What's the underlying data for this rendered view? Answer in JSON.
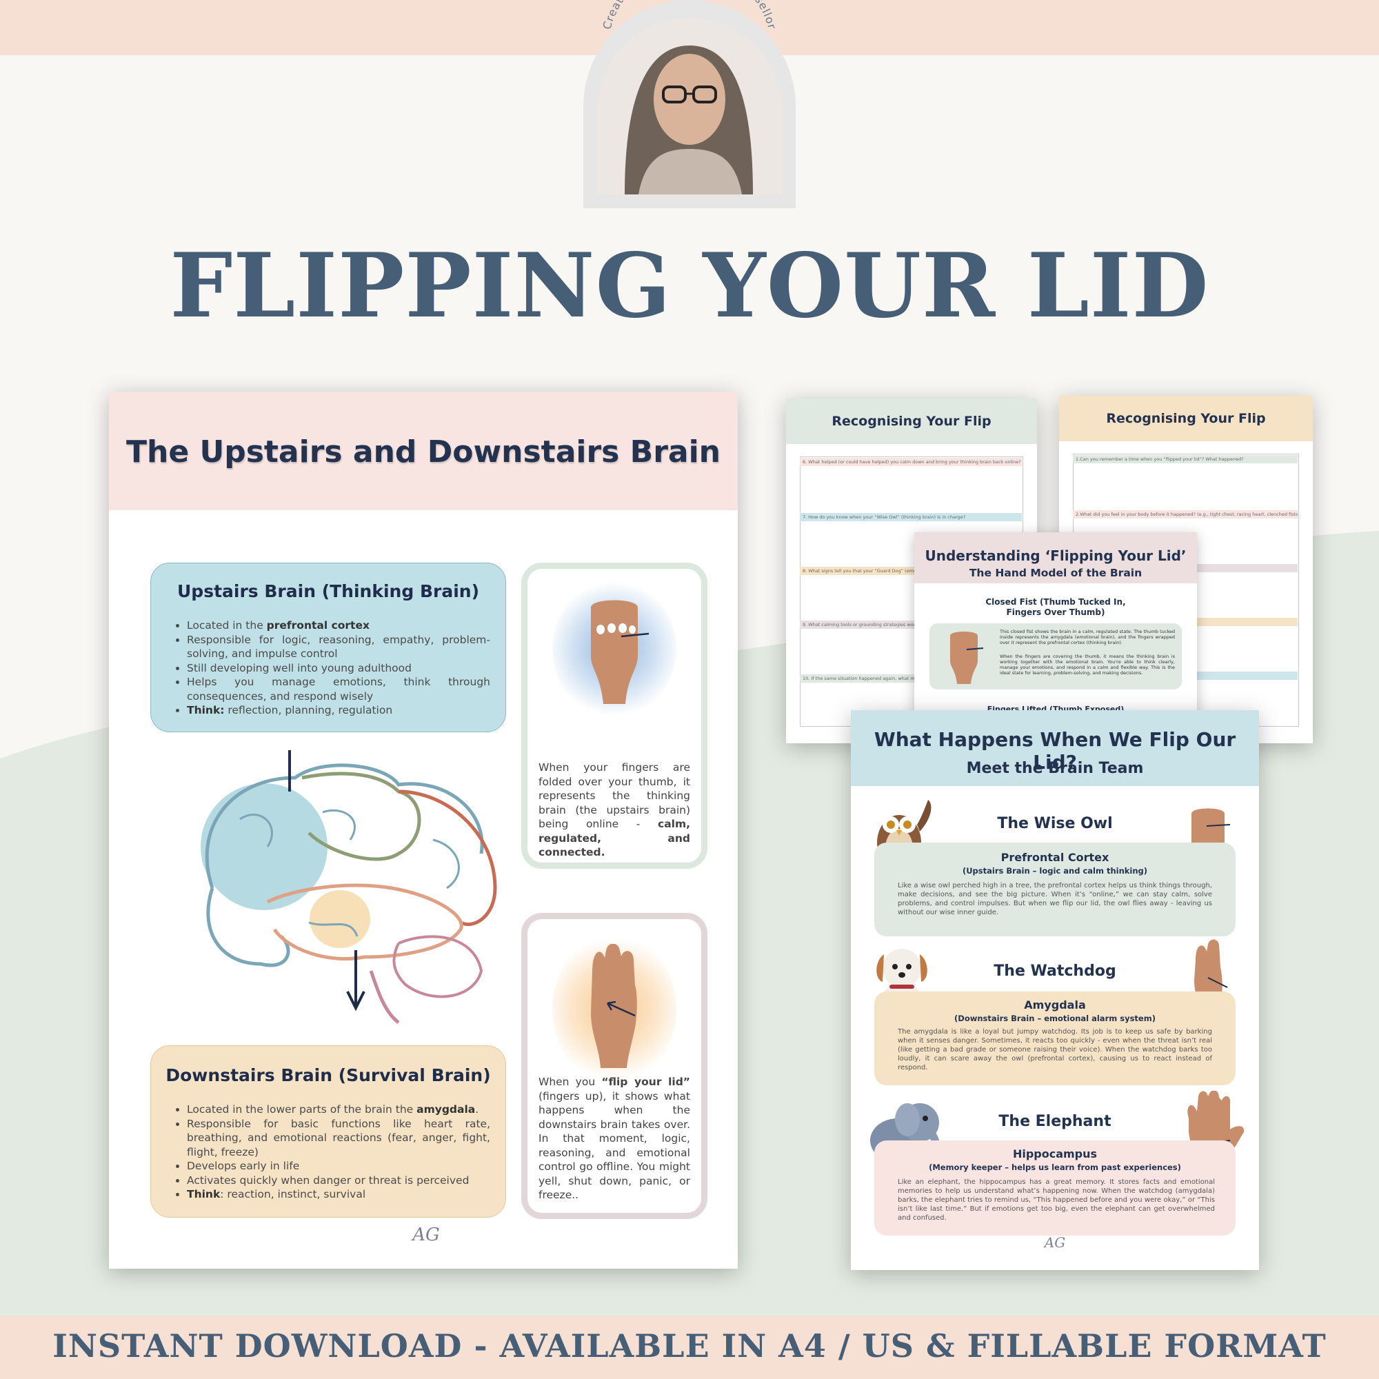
{
  "badge": {
    "text": "Created by a Registered Counsellor"
  },
  "main_title": "FLIPPING YOUR LID",
  "footer": "INSTANT DOWNLOAD - AVAILABLE IN A4 / US & FILLABLE FORMAT",
  "colors": {
    "title": "#465e76",
    "band": "#f6dfd3",
    "green_bg": "#e2eae1",
    "upstairs": "#bfe0e6",
    "downstairs": "#f6e3c5"
  },
  "main_page": {
    "title": "The  Upstairs and Downstairs Brain",
    "upstairs": {
      "title": "Upstairs Brain (Thinking Brain)",
      "items": [
        [
          "Located in the ",
          "prefrontal cortex",
          ""
        ],
        [
          "Responsible for logic, reasoning, empathy, problem-solving, and impulse control",
          "",
          ""
        ],
        [
          "Still developing well into young adulthood",
          "",
          ""
        ],
        [
          "Helps you manage emotions, think through consequences, and respond wisely",
          "",
          ""
        ],
        [
          "",
          "Think:",
          " reflection, planning, regulation"
        ]
      ]
    },
    "downstairs": {
      "title": "Downstairs Brain (Survival Brain)",
      "items": [
        [
          "Located in the lower parts of the brain the ",
          "amygdala",
          "."
        ],
        [
          "Responsible for basic functions like heart rate, breathing, and emotional reactions (fear, anger, fight, flight, freeze)",
          "",
          ""
        ],
        [
          "Develops early in life",
          "",
          ""
        ],
        [
          "Activates quickly when danger or threat is perceived",
          "",
          ""
        ],
        [
          "",
          "Think",
          ": reaction, instinct, survival"
        ]
      ]
    },
    "hand_up_text": "When your fingers are folded over your thumb, it represents the thinking brain (the upstairs brain) being online - ",
    "hand_up_bold": "calm, regulated, and connected.",
    "hand_down_pre": "When you ",
    "hand_down_bold": "“flip your lid”",
    "hand_down_text": " (fingers up), it shows what happens when the downstairs brain takes over. In that moment, logic, reasoning, and emotional control go offline. You might yell, shut down, panic, or freeze..",
    "logo": "AG"
  },
  "rec_page_1": {
    "title": "Recognising Your Flip",
    "questions": [
      "6. What helped (or could have helped) you calm down and bring your thinking brain back online?",
      "7. How do you know when your “Wise Owl” (thinking brain) is in charge?",
      "8. What signs tell you that your “Guard Dog” (emotional",
      "9. What calming tools or grounding strategies work best",
      "10. If the same situation happened again, what might yo"
    ]
  },
  "rec_page_2": {
    "title": "Recognising Your Flip",
    "questions": [
      "1.Can you remember a time when you “flipped your lid”? What happened?",
      "2.What did you feel in your body before it happened? (e.g., tight chest, racing heart, clenched fists)"
    ]
  },
  "und_page": {
    "title": "Understanding ‘Flipping Your Lid’",
    "subtitle": "The Hand Model of the Brain",
    "caption_1": "Closed Fist (Thumb Tucked In,",
    "caption_2": "Fingers Over Thumb)",
    "text_1": "This closed fist shows the brain in a calm, regulated state. The thumb tucked inside represents the amygdala (emotional brain), and the fingers wrapped over it represent the prefrontal cortex (thinking brain).",
    "text_2": "When the fingers are covering the thumb, it means the thinking brain is working together with the emotional brain. You're able to think clearly, manage your emotions, and respond in a calm and flexible way. This is the ideal state for learning, problem-solving, and making decisions.",
    "next_caption": "Fingers Lifted (Thumb Exposed)"
  },
  "team_page": {
    "title": "What Happens When We Flip Our Lid?",
    "subtitle": "Meet the Brain Team",
    "characters": [
      {
        "name": "The Wise Owl",
        "role": "Prefrontal Cortex",
        "role_sub": "(Upstairs Brain – logic and calm thinking)",
        "text": "Like a wise owl perched high in a tree, the prefrontal cortex helps us think things through, make decisions, and see the big picture. When it’s “online,” we can stay calm, solve problems, and control impulses. But when we flip our lid, the owl flies away - leaving us without our wise inner guide."
      },
      {
        "name": "The Watchdog",
        "role": "Amygdala",
        "role_sub": "(Downstairs Brain – emotional alarm system)",
        "text": "The amygdala is like a loyal but jumpy watchdog. Its job is to keep us safe by barking when it senses danger. Sometimes, it reacts too quickly - even when the threat isn’t real (like getting a bad grade or someone raising their voice). When the watchdog barks too loudly, it can scare away the owl (prefrontal cortex), causing us to react instead of respond."
      },
      {
        "name": "The Elephant",
        "role": "Hippocampus",
        "role_sub": "(Memory keeper – helps us learn from past experiences)",
        "text": "Like an elephant, the hippocampus has a great memory. It stores facts and emotional memories to help us understand what’s happening now. When the watchdog (amygdala) barks, the elephant tries to remind us, “This happened before and you were okay,” or “This isn’t like last time.” But if emotions get too big, even the elephant can get overwhelmed and confused."
      }
    ],
    "logo": "AG"
  }
}
